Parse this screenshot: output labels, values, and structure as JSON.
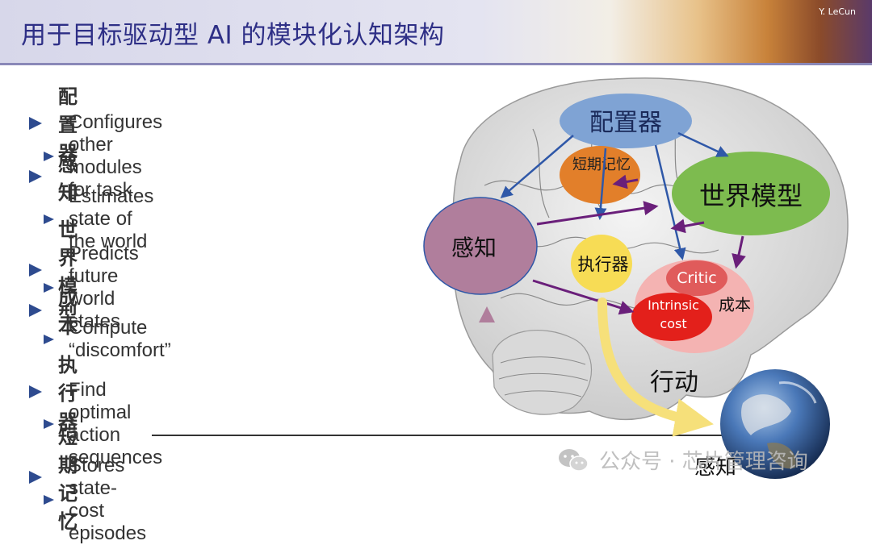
{
  "header": {
    "title": "用于目标驱动型 AI 的模块化认知架构",
    "author": "Y. LeCun"
  },
  "bullets": [
    {
      "heading": "配置器",
      "detail": "Configures other modules for task"
    },
    {
      "heading": "感知",
      "detail": "Estimates state of the world"
    },
    {
      "heading": "世界模型",
      "detail": "Predicts future world states"
    },
    {
      "heading": "成本",
      "detail": "Compute “discomfort”"
    },
    {
      "heading": "执行器",
      "detail": "Find optimal action sequences"
    },
    {
      "heading": "短期记忆",
      "detail": "Stores state-cost episodes"
    }
  ],
  "diagram": {
    "configurator": "配置器",
    "short_term_memory": "短期记忆",
    "world_model": "世界模型",
    "perception": "感知",
    "actor": "执行器",
    "critic": "Critic",
    "intrinsic_cost_line1": "Intrinsic",
    "intrinsic_cost_line2": "cost",
    "cost": "成本",
    "action": "行动",
    "perception_bottom": "感知",
    "colors": {
      "configurator": "#7fa3d4",
      "short_term_memory": "#e27f2a",
      "world_model": "#7dbb4f",
      "perception": "#b07e9c",
      "actor": "#f7dc55",
      "cost": "#f4b3b2",
      "critic": "#e05b5b",
      "intrinsic_cost": "#e3201b",
      "arrow_blue": "#2f58a8",
      "arrow_purple": "#6a1f7a",
      "action_arrow": "#f6e07a"
    }
  },
  "watermark": {
    "text": "公众号 · 芯片管理咨询"
  }
}
